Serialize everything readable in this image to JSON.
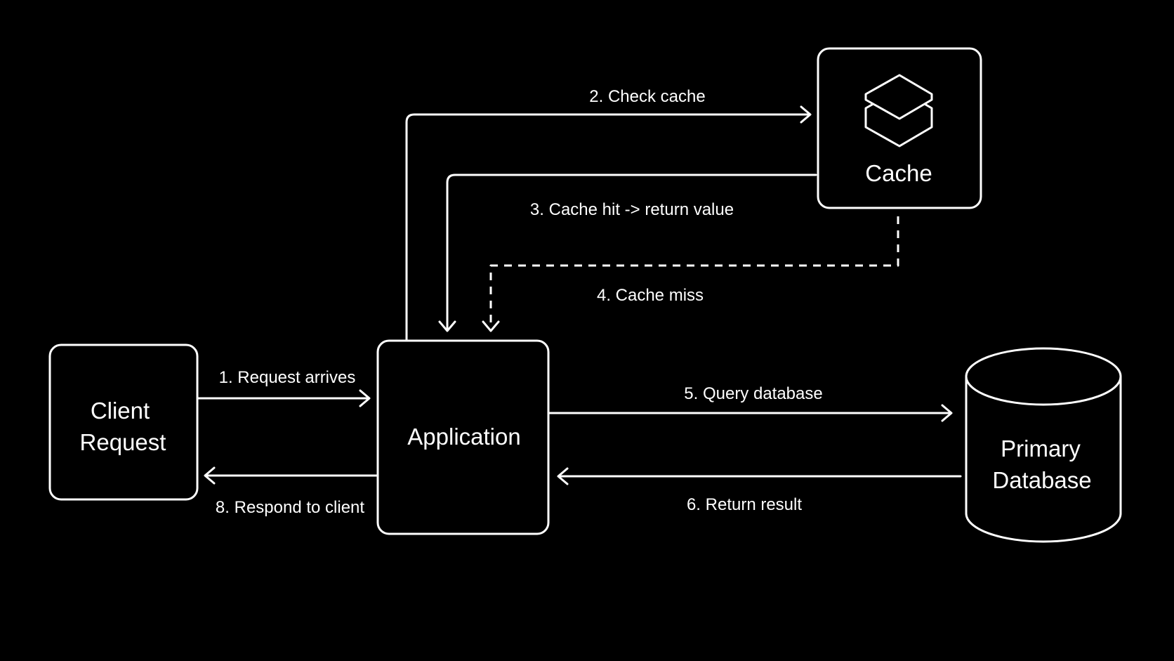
{
  "diagram": {
    "nodes": {
      "client": {
        "line1": "Client",
        "line2": "Request"
      },
      "application": {
        "label": "Application"
      },
      "cache": {
        "label": "Cache",
        "icon": "layers-icon"
      },
      "database": {
        "line1": "Primary",
        "line2": "Database"
      }
    },
    "edges": {
      "request_arrives": "1. Request arrives",
      "check_cache": "2. Check cache",
      "cache_hit": "3. Cache hit -> return value",
      "cache_miss": "4. Cache miss",
      "query_database": "5. Query database",
      "return_result": "6. Return result",
      "respond_to_client": "8. Respond to client"
    },
    "colors": {
      "background": "#000000",
      "foreground": "#ffffff"
    }
  }
}
